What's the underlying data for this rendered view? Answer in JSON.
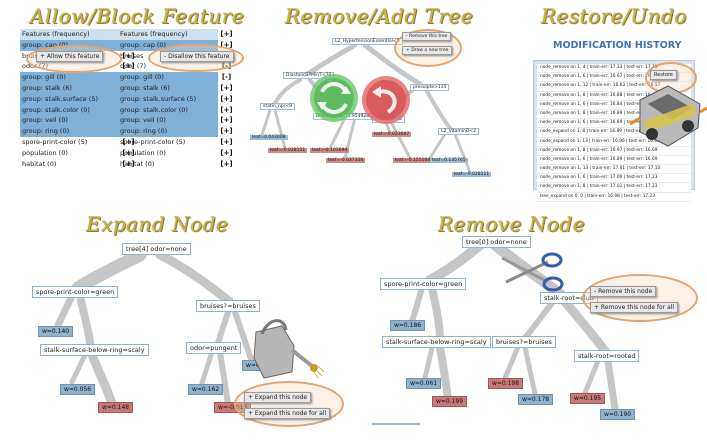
{
  "headings": {
    "allow_block": "Allow/Block Feature",
    "remove_add_tree": "Remove/Add Tree",
    "restore_undo": "Restore/Undo",
    "expand_node": "Expand Node",
    "remove_node": "Remove Node"
  },
  "allow_panel": {
    "header": "Features (frequency)",
    "header_btn": "[+]",
    "rows": [
      {
        "label": "group: cap (0)",
        "btn": "[+]",
        "hl": true
      },
      {
        "label": "bruises",
        "btn": "[+]",
        "hl": false
      },
      {
        "label": "odor (7)",
        "btn": "[+]",
        "hl": false
      },
      {
        "label": "group: gill (0)",
        "btn": "[+]",
        "hl": true
      },
      {
        "label": "group: stalk (6)",
        "btn": "[+]",
        "hl": true
      },
      {
        "label": "group: stalk.surface (5)",
        "btn": "[+]",
        "hl": true
      },
      {
        "label": "group: stalk.color (0)",
        "btn": "[+]",
        "hl": true
      },
      {
        "label": "group: veil (0)",
        "btn": "[+]",
        "hl": true
      },
      {
        "label": "group: ring (0)",
        "btn": "[+]",
        "hl": true
      },
      {
        "label": "spore-print-color (5)",
        "btn": "[+]",
        "hl": false
      },
      {
        "label": "population (0)",
        "btn": "[+]",
        "hl": false
      },
      {
        "label": "habitat (0)",
        "btn": "[+]",
        "hl": false
      }
    ],
    "popup": "+ Allow this feature"
  },
  "block_panel": {
    "header": "Features (frequency)",
    "header_btn": "[+]",
    "rows": [
      {
        "label": "group: cap (0)",
        "btn": "[+]",
        "hl": true
      },
      {
        "label": "bruises",
        "btn": "[+]",
        "hl": false
      },
      {
        "label": "odor (7)",
        "btn": "[-]",
        "hl": false
      },
      {
        "label": "group: gill (0)",
        "btn": "[-]",
        "hl": true
      },
      {
        "label": "group: stalk (6)",
        "btn": "[+]",
        "hl": true
      },
      {
        "label": "group: stalk.surface (5)",
        "btn": "[+]",
        "hl": true
      },
      {
        "label": "group: stalk.color (0)",
        "btn": "[+]",
        "hl": true
      },
      {
        "label": "group: veil (0)",
        "btn": "[+]",
        "hl": true
      },
      {
        "label": "group: ring (0)",
        "btn": "[+]",
        "hl": true
      },
      {
        "label": "spore-print-color (5)",
        "btn": "[+]",
        "hl": false
      },
      {
        "label": "population (0)",
        "btn": "[+]",
        "hl": false
      },
      {
        "label": "habitat (0)",
        "btn": "[+]",
        "hl": false
      }
    ],
    "popup": "- Disallow this feature"
  },
  "remove_add_tree": {
    "root": "L2_HypertensionEssential<0",
    "btn_remove": "- Remove this tree",
    "btn_draw": "+ Draw a new tree",
    "n_left": "DiastolicBPMinT<70",
    "n_right": "presolpte>135",
    "n_ll": "statin_npr<9",
    "n_lr": "BMIMedianInT1.954928",
    "n_rl": "ACEI_npr<6",
    "n_rr": "L2_VitaminD<2",
    "leaves": [
      "leaf=0.043008",
      "leaf=-0.028151",
      "leaf=-0.103694",
      "leaf=-0.037356",
      "leaf=-0.023687",
      "leaf=-0.155104",
      "leaf=0.135765",
      "leaf=-0.028111"
    ]
  },
  "restore": {
    "title": "MODIFICATION HISTORY",
    "restore_btn": "Restore",
    "rows": [
      "node_remove on 1, 4 | train-err: 17.33 | test-err: 17.18",
      "node_remove on 1, 6 | train-err: 16.67 | test-err: 16.57",
      "node_remove on 1, 12 | train-err: 16.63 | test-err: 16.57",
      "node_remove on 1, 8 | train-err: 16.88 | test-err: 16.63",
      "node_remove on 1, 6 | train-err: 16.84 | test-err: 16.63",
      "node_remove on 1, 8 | train-err: 16.89 | test-err: 16.63",
      "node_remove on 1, 6 | train-err: 16.89 | test-err: 16.63",
      "node_expand on 1, 8 | train-err: 16.89 | test-err: 16.63",
      "node_expand on 1, 13 | train-err: 16.96 | test-err: 16.68",
      "node_remove on 1, 8 | train-err: 16.97 | test-err: 16.69",
      "node_remove on 1, 6 | train-err: 16.89 | test-err: 16.69",
      "node_remove on 1, 13 | train-err: 17.01 | test-err: 17.10",
      "node_remove on 1, 6 | train-err: 17.00 | test-err: 17.23",
      "node_remove on 1, 8 | train-err: 17.01 | test-err: 17.23",
      "tree_expand on 0, 0 | train-err: 16.98 | test-err: 17.23"
    ]
  },
  "expand_tree": {
    "root": "tree[4] odor=none",
    "n_left": "spore-print-color=green",
    "n_right": "bruises?=bruises",
    "leaf_a": "w=0.140",
    "n_ll": "stalk-surface-below-ring=scaly",
    "n_rl": "odor=pungent",
    "leaf_b": "w=0.150",
    "leaf_c": "w=0.056",
    "leaf_d": "w=0.148",
    "leaf_e": "w=0.162",
    "leaf_f": "w=-0.013",
    "btn_expand": "+ Expand this node",
    "btn_expand_all": "+ Expand this node for all"
  },
  "remove_tree": {
    "root": "tree[0] odor=none",
    "n_left": "spore-print-color=green",
    "n_right": "stalk-root=club",
    "leaf_a": "w=0.186",
    "n_ll": "stalk-surface-below-ring=scaly",
    "n_rl": "bruises?=bruises",
    "n_rr": "stalk-root=rooted",
    "leaf_b": "w=0.061",
    "leaf_c": "w=0.199",
    "leaf_d": "w=0.198",
    "leaf_e": "w=0.178",
    "leaf_f": "w=0.195",
    "leaf_g": "w=0.190",
    "btn_remove": "- Remove this node",
    "btn_remove_all": "+ Remove this node for all"
  },
  "colors": {
    "heading": "#c9b24a",
    "blue_leaf": "#8fb3cf",
    "red_leaf": "#c97a78",
    "ring": "#e7a36b",
    "history_title": "#3b73b8"
  }
}
